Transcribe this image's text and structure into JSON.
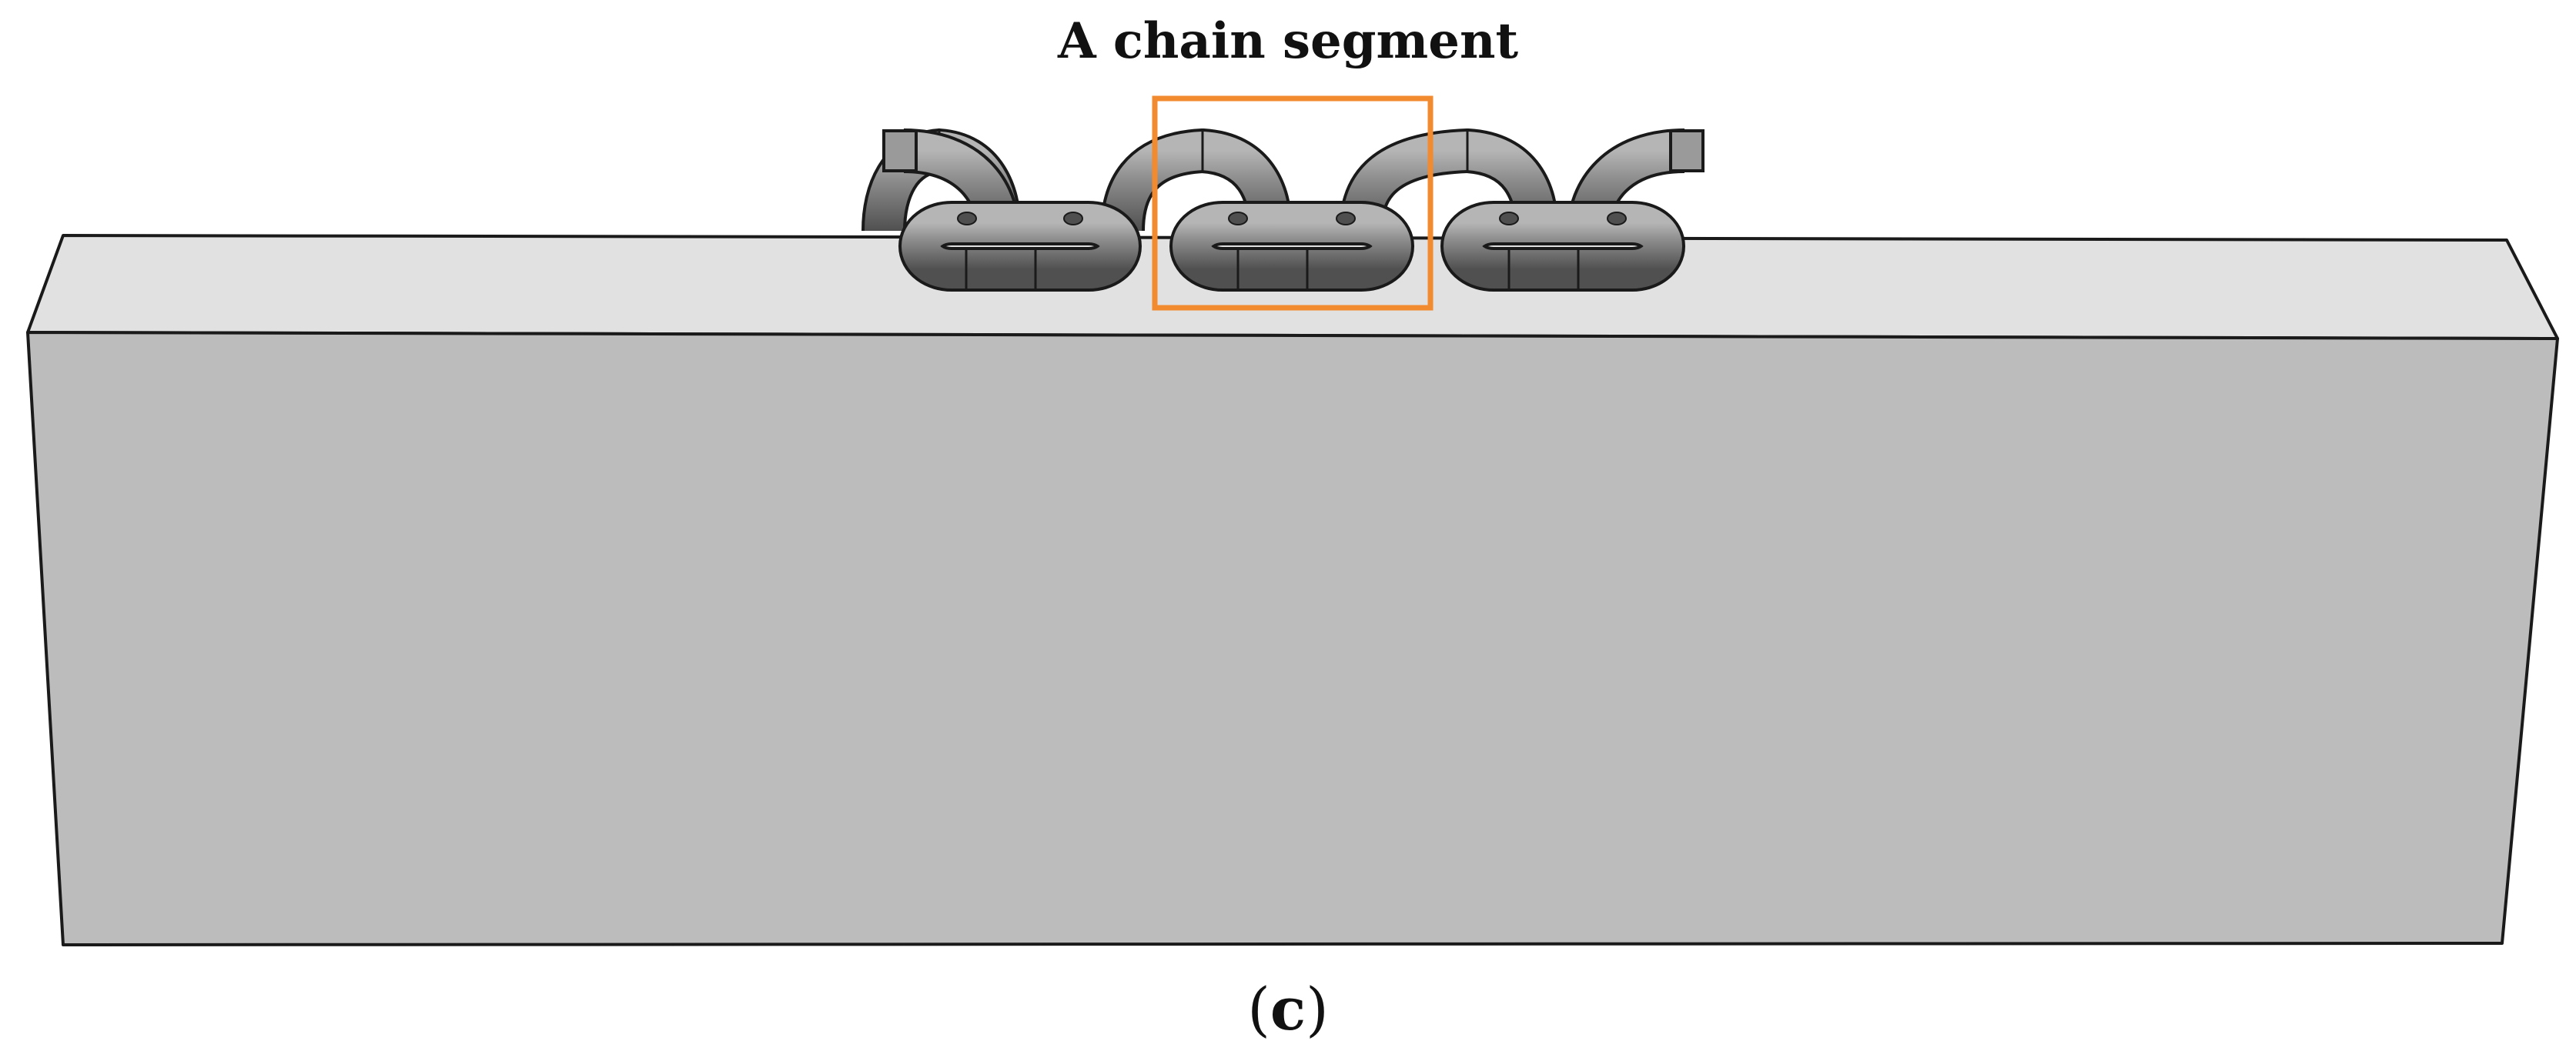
{
  "figure": {
    "title": "A chain segment",
    "caption_open": "(",
    "caption_label": "c",
    "caption_close": ")"
  },
  "colors": {
    "block_front": "#bcbcbc",
    "block_top": "#e1e1e1",
    "block_edge": "#1a1a1a",
    "chain_body": "#7d7d7d",
    "chain_highlight": "#b5b5b5",
    "chain_shadow": "#4f4f4f",
    "highlight_box": "#f28a30"
  },
  "chain": {
    "link_count": 5,
    "highlighted_segment": "middle link"
  }
}
